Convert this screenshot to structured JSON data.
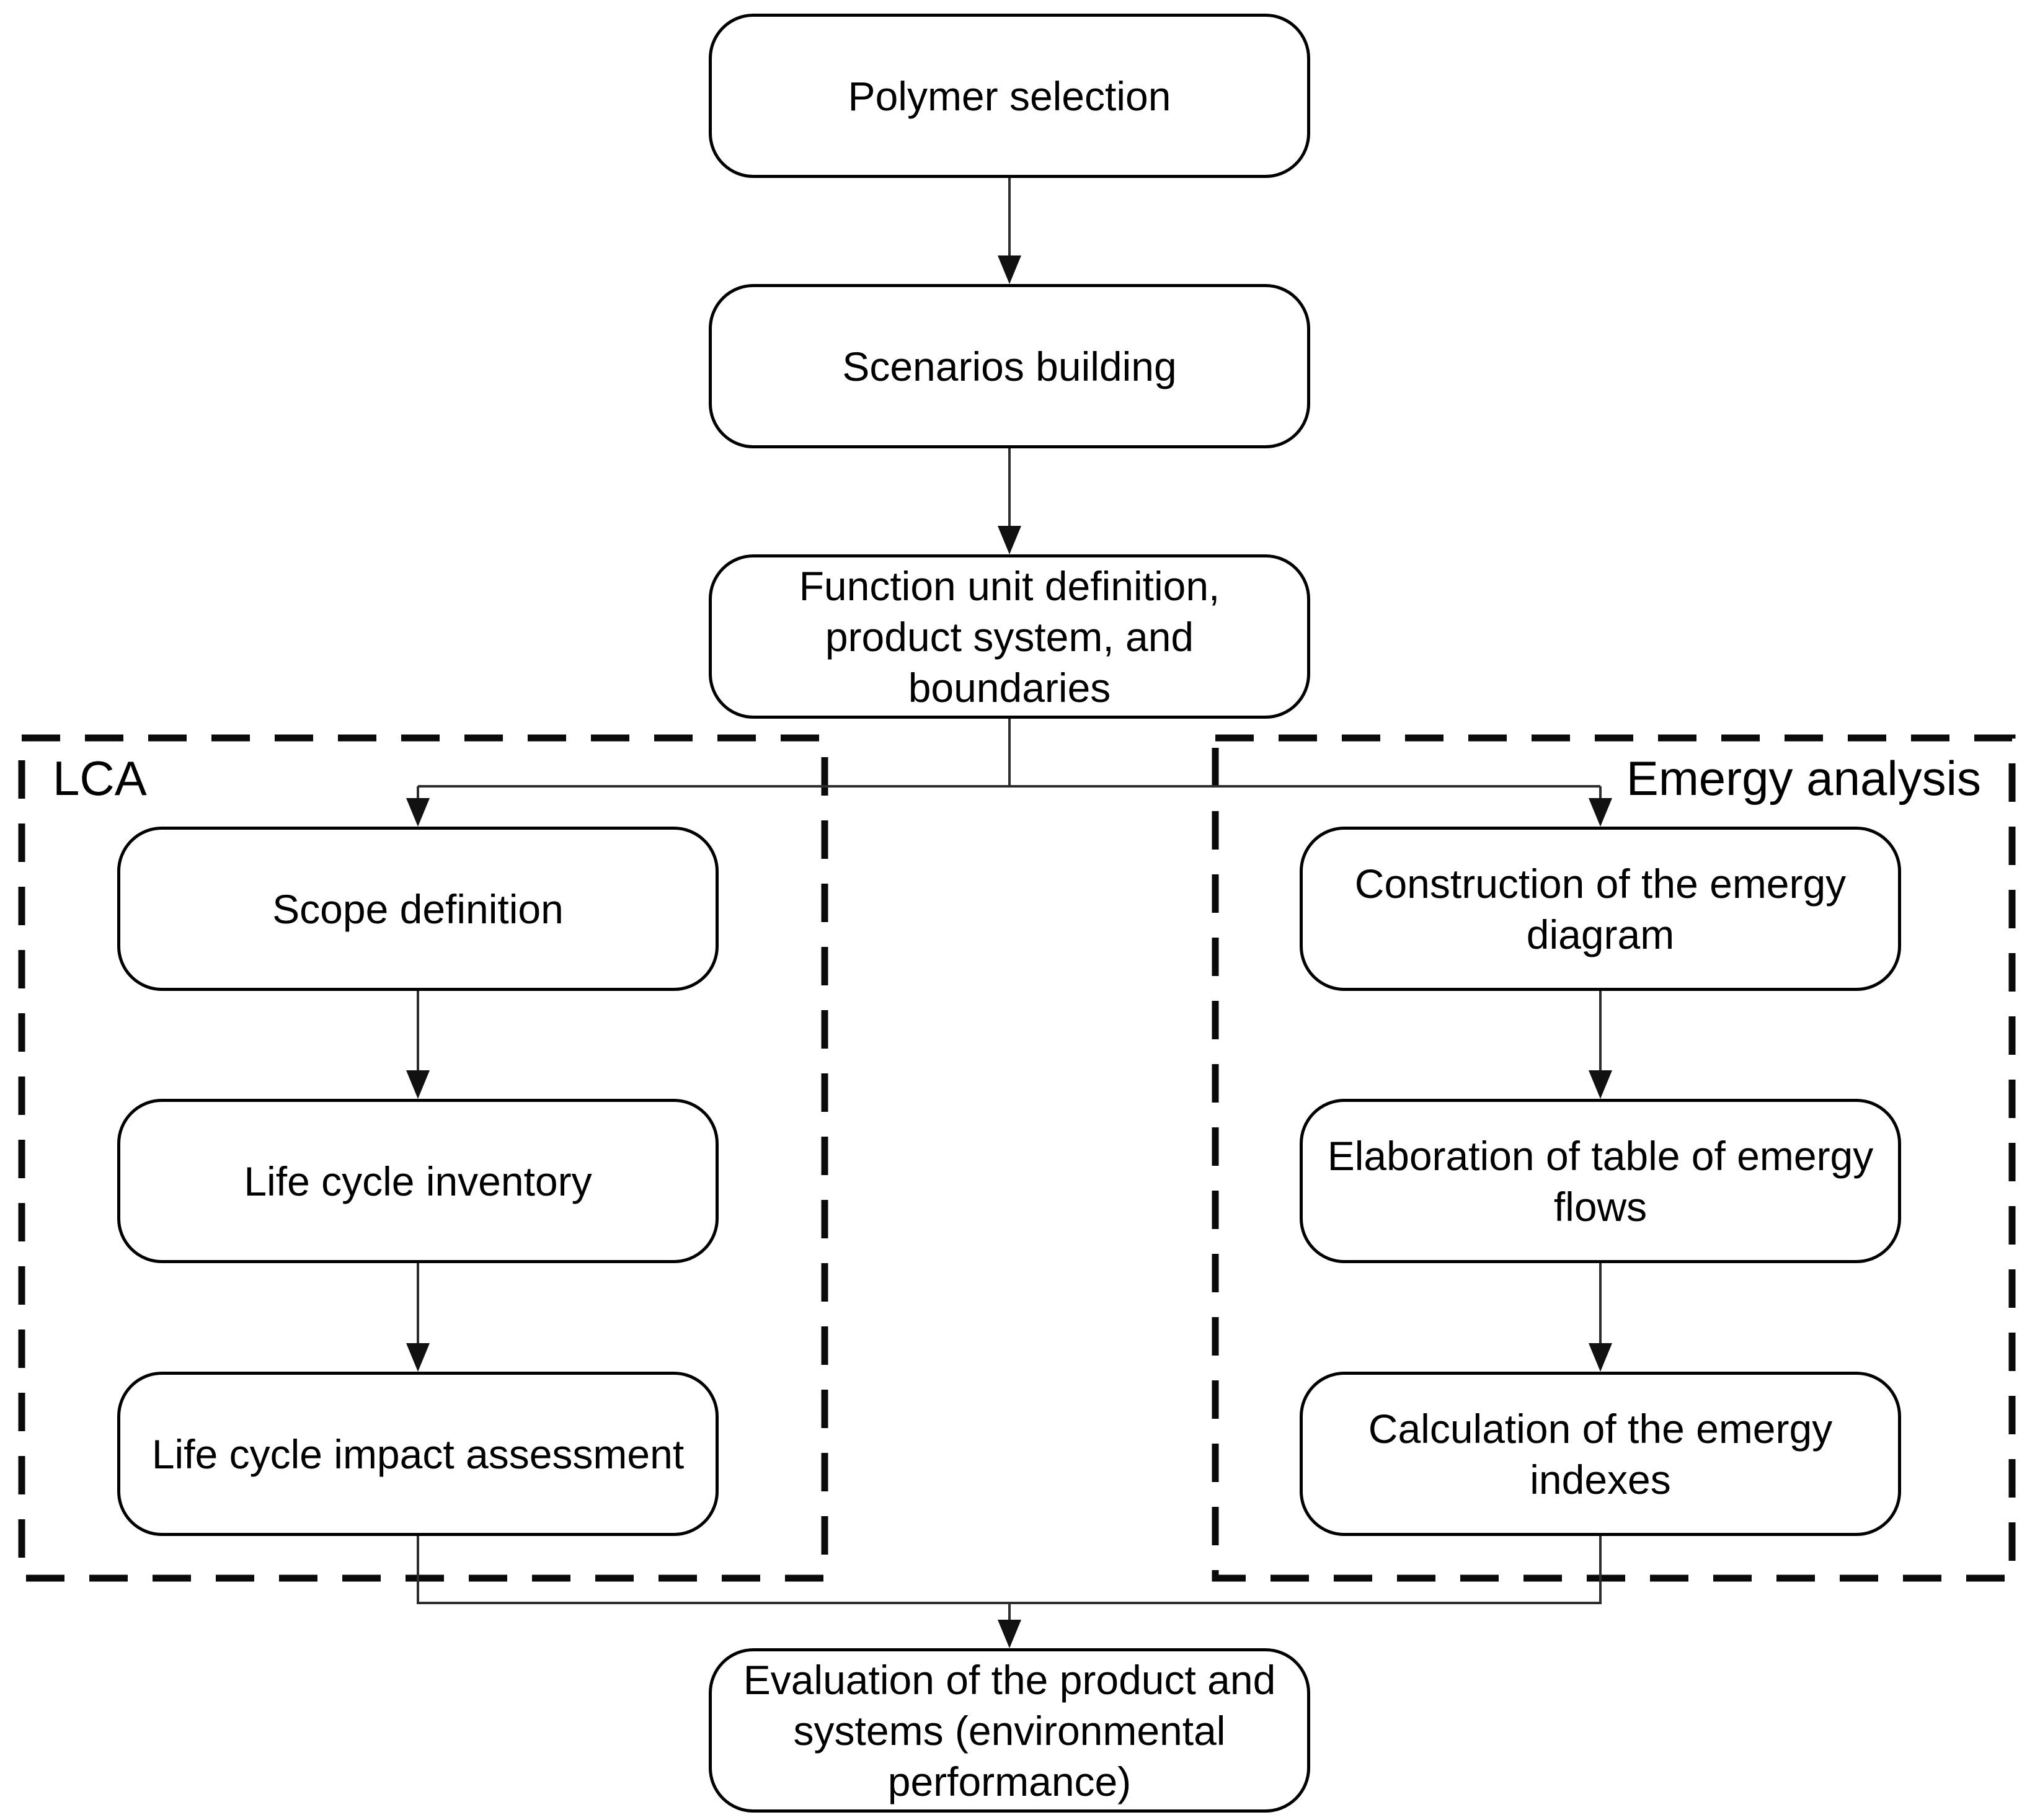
{
  "background": "#ffffff",
  "colors": {
    "box_border": "#000000",
    "dashed_border": "#0a0a0a",
    "connector": "#2d2d2d",
    "text": "#000000"
  },
  "nodes": {
    "polymer": {
      "label": "Polymer selection"
    },
    "scenarios": {
      "label": "Scenarios building"
    },
    "function_unit": {
      "label": "Function unit definition,\nproduct system, and\nboundaries"
    },
    "scope": {
      "label": "Scope definition"
    },
    "inventory": {
      "label": "Life cycle inventory"
    },
    "impact": {
      "label": "Life cycle impact assessment"
    },
    "construction": {
      "label": "Construction of the emergy\ndiagram"
    },
    "elaboration": {
      "label": "Elaboration of table of emergy\nflows"
    },
    "calculation": {
      "label": "Calculation of the emergy\nindexes"
    },
    "evaluation": {
      "label": "Evaluation of the product and\nsystems (environmental\nperformance)"
    }
  },
  "groups": {
    "lca": {
      "label": "LCA"
    },
    "emergy": {
      "label": "Emergy analysis"
    }
  }
}
